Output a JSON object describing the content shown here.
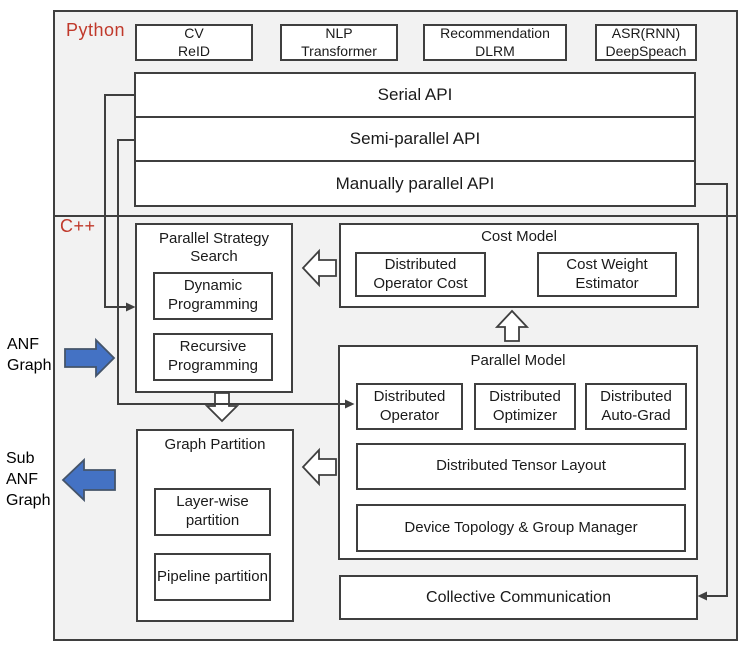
{
  "colors": {
    "accent_red": "#c0392b",
    "arrow_blue": "#4472c4",
    "section_bg": "#f2f2f2",
    "line_color": "#3f3f3f"
  },
  "sections": {
    "python": {
      "label": "Python"
    },
    "cpp": {
      "label": "C++"
    }
  },
  "python": {
    "apps": [
      {
        "line1": "CV",
        "line2": "ReID"
      },
      {
        "line1": "NLP",
        "line2": "Transformer"
      },
      {
        "line1": "Recommendation",
        "line2": "DLRM"
      },
      {
        "line1": "ASR(RNN)",
        "line2": "DeepSpeach"
      }
    ],
    "apis": [
      "Serial API",
      "Semi-parallel API",
      "Manually parallel API"
    ]
  },
  "cpp": {
    "parallel_strategy_search": {
      "title": "Parallel Strategy Search",
      "items": [
        {
          "label": "Dynamic Programming"
        },
        {
          "label": "Recursive Programming"
        }
      ]
    },
    "cost_model": {
      "title": "Cost Model",
      "items": [
        {
          "label": "Distributed Operator Cost"
        },
        {
          "label": "Cost Weight Estimator"
        }
      ]
    },
    "parallel_model": {
      "title": "Parallel Model",
      "items": [
        {
          "label": "Distributed Operator"
        },
        {
          "label": "Distributed Optimizer"
        },
        {
          "label": "Distributed Auto-Grad"
        }
      ],
      "tensor_layout": "Distributed Tensor Layout",
      "device_topology": "Device Topology & Group Manager"
    },
    "graph_partition": {
      "title": "Graph Partition",
      "items": [
        {
          "label": "Layer-wise partition"
        },
        {
          "label": "Pipeline partition"
        }
      ]
    },
    "collective_communication": "Collective Communication"
  },
  "side_labels": {
    "input": {
      "lines": [
        "ANF",
        "Graph"
      ]
    },
    "output": {
      "lines": [
        "Sub",
        "ANF",
        "Graph"
      ]
    }
  }
}
